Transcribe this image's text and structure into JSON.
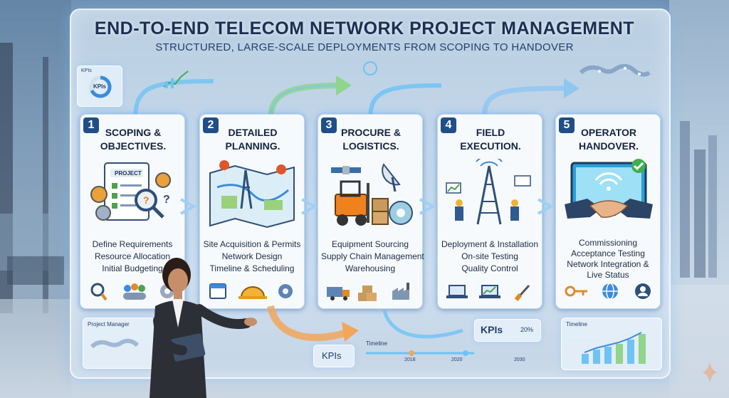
{
  "header": {
    "title": "END-TO-END TELECOM NETWORK PROJECT MANAGEMENT",
    "subtitle": "STRUCTURED, LARGE-SCALE DEPLOYMENTS FROM SCOPING TO HANDOVER"
  },
  "steps": [
    {
      "number": "1",
      "title_line1": "SCOPING &",
      "title_line2": "OBJECTIVES.",
      "doc_label": "PROJECT",
      "items": [
        "Define Requirements",
        "Resource Allocation",
        "Initial Budgeting"
      ]
    },
    {
      "number": "2",
      "title_line1": "DETAILED",
      "title_line2": "PLANNING.",
      "items": [
        "Site Acquisition & Permits",
        "Network Design",
        "Timeline & Scheduling"
      ]
    },
    {
      "number": "3",
      "title_line1": "PROCURE &",
      "title_line2": "LOGISTICS.",
      "items": [
        "Equipment Sourcing",
        "Supply Chain Management",
        "Warehousing"
      ]
    },
    {
      "number": "4",
      "title_line1": "FIELD",
      "title_line2": "EXECUTION.",
      "items": [
        "Deployment & Installation",
        "On-site Testing",
        "Quality Control"
      ]
    },
    {
      "number": "5",
      "title_line1": "OPERATOR",
      "title_line2": "HANDOVER.",
      "items": [
        "Commissioning",
        "Acceptance Testing",
        "Network Integration &",
        "Live Status"
      ]
    }
  ],
  "widgets": {
    "kpi_panel_small": "KPIs",
    "kpi_ring": "KPIs",
    "project_manager_panel": "Project Manager",
    "kpis_bottom": "KPIs",
    "kpis_center": "KPIs",
    "kpi_percent": "20%",
    "timeline_label": "Timeline",
    "timeline_years": [
      "2018",
      "2020",
      "2030"
    ],
    "timeline_chart_label": "Timeline"
  },
  "colors": {
    "title": "#1b2f52",
    "step_number_bg": "#1f4f86",
    "arrow_blue": "#6ec3f5",
    "arrow_green": "#8fd58a",
    "arrow_orange": "#f2a65a"
  },
  "icons": [
    "magnifier-icon",
    "team-icon",
    "gear-icon",
    "calendar-icon",
    "hardhat-icon",
    "truck-icon",
    "boxes-icon",
    "factory-icon",
    "laptop-icon",
    "chart-laptop-icon",
    "screwdriver-icon",
    "key-icon",
    "globe-icon",
    "user-support-icon"
  ]
}
